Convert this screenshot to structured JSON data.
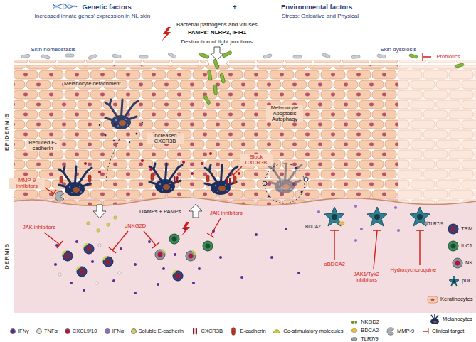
{
  "diagram": {
    "labels": [
      "Genetic factors",
      "+",
      "Environmental factors",
      "Increased innate genes' expression in NL skin",
      "Stress: Oxidative and Physical",
      "Bacterial pathogens and viruses",
      "PAMPs: NLRP3, IFIH1",
      "Destruction of tight junctions",
      "Skin homeostasis",
      "Skin dysbiosis",
      "Probiotics",
      "EPIDERMIS",
      "DERMIS",
      "Melanocyte detachment",
      "Melanocyte Apoptosis Autophagy",
      "Reduced E-cadherin",
      "MMP-9 inhibitors",
      "Increased CXCR3B",
      "Block CXCR3B",
      "DAMPs + PAMPs",
      "αNKG2D",
      "JAK inhibitors",
      "JAK inhibitors",
      "BDCA2",
      "αBDCA2",
      "TLR7/9",
      "JAK1/Tyk2 inhibitors",
      "Hydroxychoroquine"
    ],
    "legend": [
      {
        "text": "TRM"
      },
      {
        "text": "ILC1"
      },
      {
        "text": "NK"
      },
      {
        "text": "pDC"
      },
      {
        "text": "Keratinocytes"
      },
      {
        "text": "Melanocytes"
      },
      {
        "text": "IFNγ",
        "color": "#5b2c8c"
      },
      {
        "text": "TNFα",
        "color": "#e6e6e6"
      },
      {
        "text": "CXCL9/10",
        "color": "#b3143c"
      },
      {
        "text": "IFNα",
        "color": "#8e6cc8"
      },
      {
        "text": "Soluble E-cadherin",
        "color": "#d9cf5a"
      },
      {
        "text": "CXCR3B"
      },
      {
        "text": "E-cadherin"
      },
      {
        "text": "Co-stimulatory molecules"
      },
      {
        "text": "NKGD2"
      },
      {
        "text": "BDCA2"
      },
      {
        "text": "TLR7/9"
      },
      {
        "text": "MMP-9"
      },
      {
        "text": "Clinical target"
      }
    ]
  }
}
